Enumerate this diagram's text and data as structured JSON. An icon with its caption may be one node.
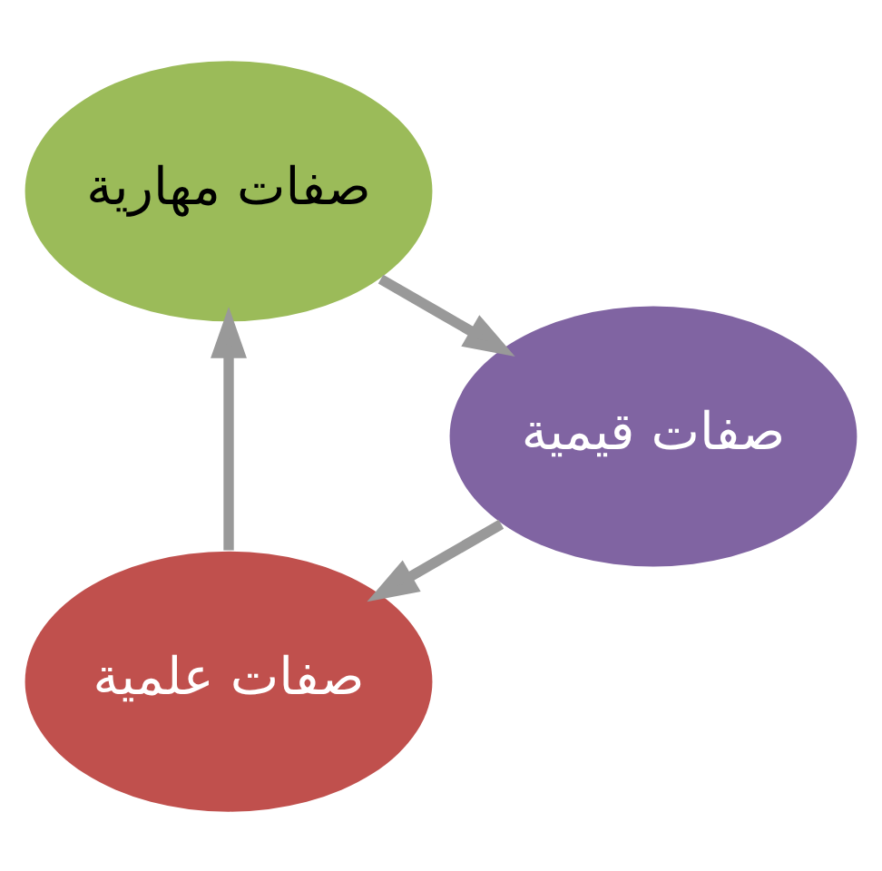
{
  "diagram": {
    "nodes": [
      {
        "text": [
          "صفات علمية"
        ]
      },
      {
        "text": [
          "صفات مهارية"
        ]
      },
      {
        "text": [
          "صفات قيمية"
        ]
      }
    ],
    "edges": [
      {
        "from": 0,
        "to": 1,
        "arrow": "to"
      },
      {
        "from": 1,
        "to": 2,
        "arrow": "to"
      },
      {
        "from": 2,
        "to": 0,
        "arrow": "to"
      }
    ]
  }
}
